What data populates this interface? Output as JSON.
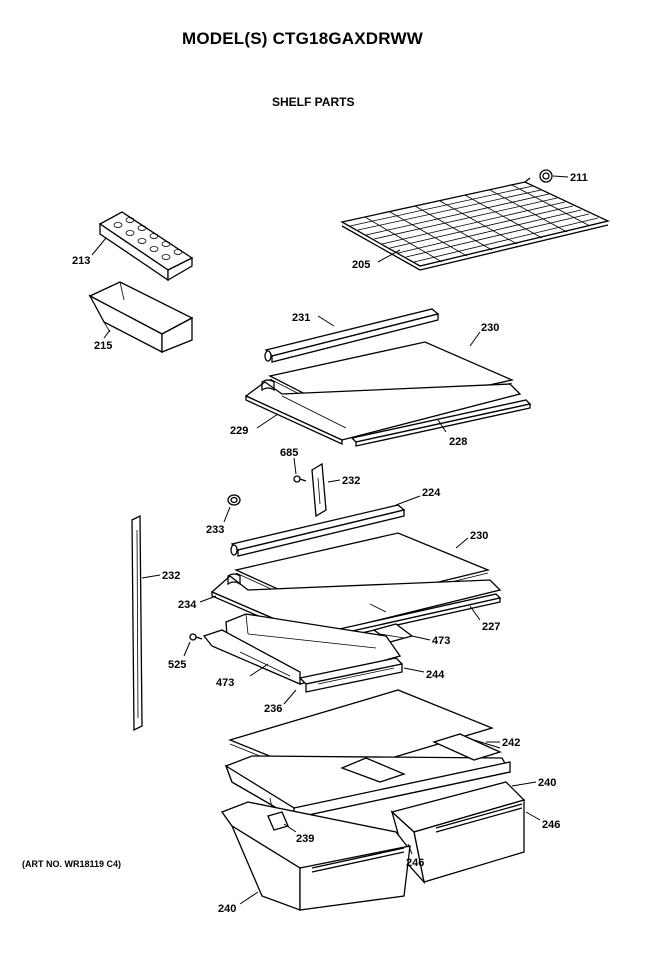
{
  "header": {
    "model": "MODEL(S) CTG18GAXDRWW",
    "section": "SHELF PARTS"
  },
  "footer": {
    "art_number": "(ART NO. WR18119 C4)"
  },
  "callouts": {
    "p211": "211",
    "p205": "205",
    "p213": "213",
    "p215": "215",
    "p231": "231",
    "p230a": "230",
    "p229": "229",
    "p228": "228",
    "p685": "685",
    "p232a": "232",
    "p224": "224",
    "p233": "233",
    "p230b": "230",
    "p232b": "232",
    "p234": "234",
    "p227": "227",
    "p473a": "473",
    "p525": "525",
    "p244": "244",
    "p473b": "473",
    "p236": "236",
    "p242": "242",
    "p240a": "240",
    "p246a": "246",
    "p239": "239",
    "p246b": "246",
    "p240b": "240"
  }
}
